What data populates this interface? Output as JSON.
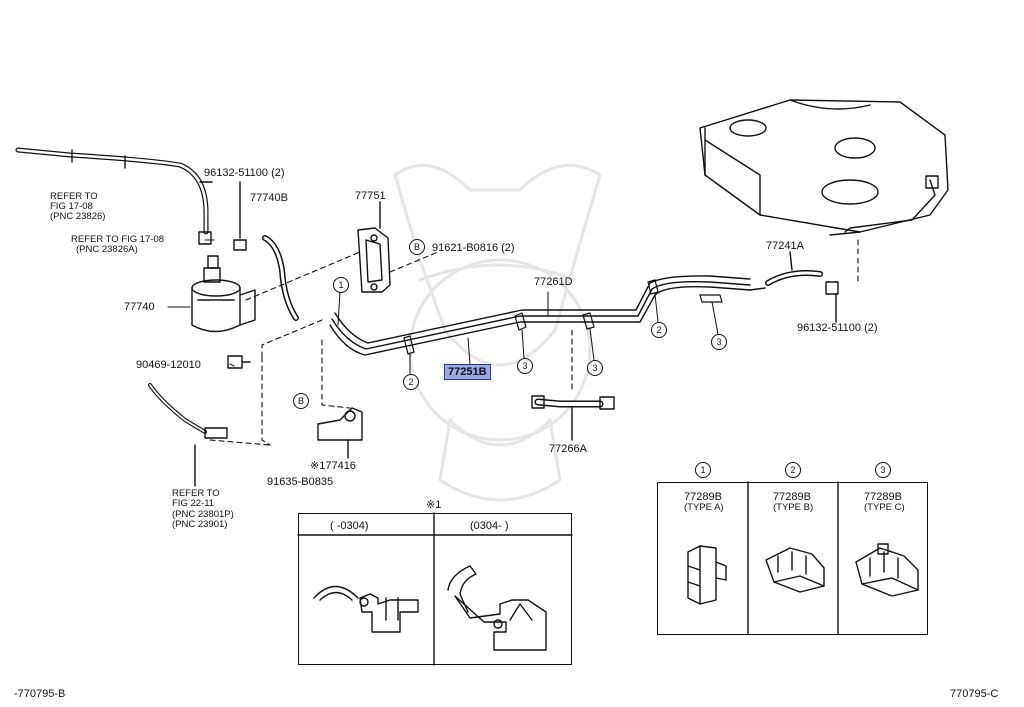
{
  "parts": {
    "p96132_top": "96132-51100 (2)",
    "p77740b": "77740B",
    "p77751": "77751",
    "p91621": "91621-B0816 (2)",
    "p77261d": "77261D",
    "p77241a": "77241A",
    "p96132_right": "96132-51100 (2)",
    "p77740": "77740",
    "p90469": "90469-12010",
    "p77251b": "77251B",
    "p77266a": "77266A",
    "p177416": "※177416",
    "p91635": "91635-B0835"
  },
  "refs": {
    "refer_to_1": "REFER TO",
    "fig_17_08": "FIG 17-08",
    "pnc_23826": "(PNC 23826)",
    "refer_fig_17_08": "REFER TO FIG 17-08",
    "pnc_23826a": "(PNC 23826A)",
    "refer_to_2": "REFER TO",
    "fig_22_11": "FIG 22-11",
    "pnc_23801p": "(PNC 23801P)",
    "pnc_23901": "(PNC 23901)"
  },
  "callouts": {
    "one": "1",
    "two": "2",
    "three": "3",
    "b": "B"
  },
  "inset_note": {
    "title": "※1",
    "col_left": "(      -0304)",
    "col_right": "(0304-      )"
  },
  "clamps": [
    {
      "num": "1",
      "part": "77289B",
      "type": "(TYPE A)"
    },
    {
      "num": "2",
      "part": "77289B",
      "type": "(TYPE B)"
    },
    {
      "num": "3",
      "part": "77289B",
      "type": "(TYPE C)"
    }
  ],
  "footer": {
    "left_code": "-770795-B",
    "right_code": "770795-C"
  },
  "colors": {
    "ink": "#111111",
    "highlight_fill": "#9aa8e4",
    "highlight_border": "#2b3a8a",
    "watermark": "#e6e6e6"
  }
}
